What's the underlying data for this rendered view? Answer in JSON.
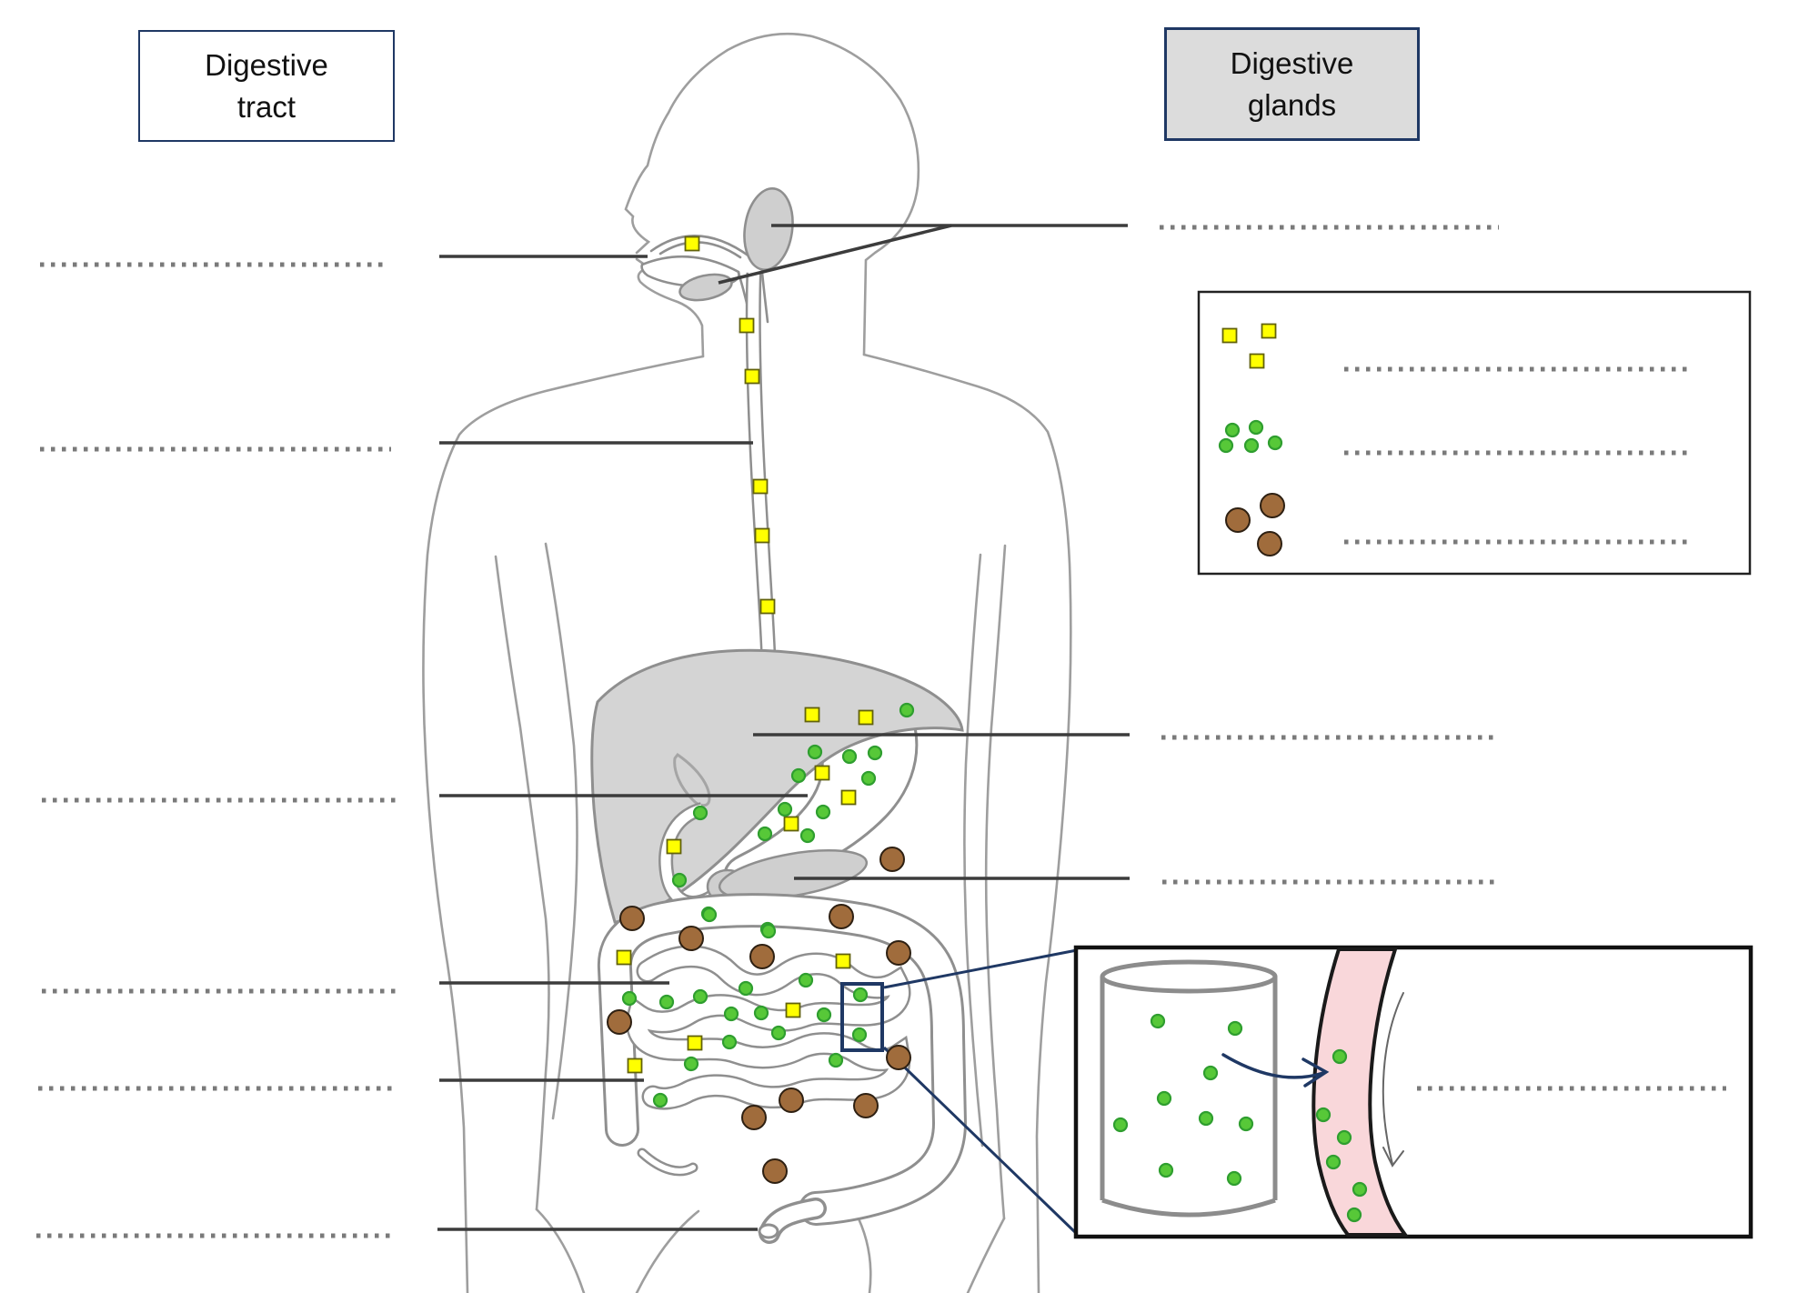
{
  "headers": {
    "tract_label": "Digestive tract",
    "glands_label": "Digestive glands"
  },
  "colors": {
    "navy": "#1f3864",
    "line": "#3c3c3c",
    "dot": "#7a7a7a",
    "outline": "#9e9e9e",
    "organ": "#d4d4d4",
    "organstroke": "#8f8f8f",
    "yellow": "#ffff00",
    "yellowstroke": "#62620a",
    "green": "#57c838",
    "greenstroke": "#2f9e2f",
    "brown": "#a06c3c",
    "brownstroke": "#2e2012",
    "pink": "#f9d7da"
  },
  "legend": {
    "items": [
      {
        "symbol": "yellow-square-particles",
        "answer_text": ""
      },
      {
        "symbol": "green-dot-particles",
        "answer_text": ""
      },
      {
        "symbol": "brown-circle-particles",
        "answer_text": ""
      }
    ]
  },
  "answer_blanks": {
    "digestive_tract_blank_lines": 6,
    "digestive_glands_blank_lines": 3,
    "legend_blank_lines": 3,
    "inset_blank_lines": 1
  },
  "blank_dotted_lines": [
    [
      44,
      291,
      428,
      291
    ],
    [
      44,
      494,
      430,
      494
    ],
    [
      46,
      880,
      436,
      880
    ],
    [
      46,
      1090,
      435,
      1090
    ],
    [
      42,
      1197,
      435,
      1197
    ],
    [
      40,
      1359,
      433,
      1359
    ],
    [
      1275,
      250,
      1648,
      250
    ],
    [
      1277,
      811,
      1645,
      811
    ],
    [
      1278,
      970,
      1645,
      970
    ],
    [
      1478,
      406,
      1857,
      406
    ],
    [
      1478,
      498,
      1857,
      498
    ],
    [
      1478,
      596,
      1857,
      596
    ],
    [
      1558,
      1197,
      1898,
      1197
    ]
  ],
  "pointer_lines": [
    [
      483,
      282,
      712,
      282
    ],
    [
      483,
      487,
      828,
      487
    ],
    [
      483,
      875,
      888,
      875
    ],
    [
      483,
      1081,
      736,
      1081
    ],
    [
      483,
      1188,
      708,
      1188
    ],
    [
      481,
      1352,
      833,
      1352
    ],
    [
      848,
      248,
      1240,
      248
    ],
    [
      790,
      311,
      1046,
      248
    ],
    [
      828,
      808,
      1242,
      808
    ],
    [
      873,
      966,
      1242,
      966
    ]
  ],
  "magnifier_connector_lines": [
    [
      972,
      1086,
      1184,
      1045
    ],
    [
      972,
      1152,
      1184,
      1357
    ]
  ],
  "particles": {
    "yellow_squares": [
      [
        761,
        268
      ],
      [
        821,
        358
      ],
      [
        827,
        414
      ],
      [
        836,
        535
      ],
      [
        838,
        589
      ],
      [
        844,
        667
      ],
      [
        893,
        786
      ],
      [
        952,
        789
      ],
      [
        904,
        850
      ],
      [
        933,
        877
      ],
      [
        870,
        906
      ],
      [
        741,
        931
      ],
      [
        686,
        1053
      ],
      [
        927,
        1057
      ],
      [
        872,
        1111
      ],
      [
        764,
        1147
      ],
      [
        698,
        1172
      ],
      [
        1352,
        369
      ],
      [
        1395,
        364
      ],
      [
        1382,
        397
      ]
    ],
    "green_dots": [
      [
        997,
        781
      ],
      [
        896,
        827
      ],
      [
        934,
        832
      ],
      [
        962,
        828
      ],
      [
        878,
        853
      ],
      [
        955,
        856
      ],
      [
        863,
        890
      ],
      [
        905,
        893
      ],
      [
        841,
        917
      ],
      [
        888,
        919
      ],
      [
        770,
        894
      ],
      [
        747,
        968
      ],
      [
        779,
        1005
      ],
      [
        844,
        1022
      ],
      [
        780,
        1006
      ],
      [
        845,
        1024
      ],
      [
        692,
        1098
      ],
      [
        733,
        1102
      ],
      [
        770,
        1096
      ],
      [
        820,
        1087
      ],
      [
        886,
        1078
      ],
      [
        804,
        1115
      ],
      [
        837,
        1114
      ],
      [
        906,
        1116
      ],
      [
        856,
        1136
      ],
      [
        802,
        1146
      ],
      [
        760,
        1170
      ],
      [
        919,
        1166
      ],
      [
        726,
        1210
      ],
      [
        946,
        1094
      ],
      [
        945,
        1138
      ],
      [
        1355,
        473
      ],
      [
        1381,
        470
      ],
      [
        1348,
        490
      ],
      [
        1376,
        490
      ],
      [
        1402,
        487
      ],
      [
        1273,
        1123
      ],
      [
        1358,
        1131
      ],
      [
        1331,
        1180
      ],
      [
        1280,
        1208
      ],
      [
        1232,
        1237
      ],
      [
        1326,
        1230
      ],
      [
        1370,
        1236
      ],
      [
        1282,
        1287
      ],
      [
        1357,
        1296
      ],
      [
        1473,
        1162
      ],
      [
        1455,
        1226
      ],
      [
        1478,
        1251
      ],
      [
        1466,
        1278
      ],
      [
        1495,
        1308
      ],
      [
        1489,
        1336
      ]
    ],
    "brown_circles": [
      [
        981,
        945
      ],
      [
        695,
        1010
      ],
      [
        925,
        1008
      ],
      [
        760,
        1032
      ],
      [
        838,
        1052
      ],
      [
        988,
        1048
      ],
      [
        681,
        1124
      ],
      [
        988,
        1163
      ],
      [
        870,
        1210
      ],
      [
        829,
        1229
      ],
      [
        952,
        1216
      ],
      [
        852,
        1288
      ],
      [
        1361,
        572
      ],
      [
        1399,
        556
      ],
      [
        1396,
        598
      ]
    ]
  },
  "particle_style": {
    "square_size": 15,
    "green_radius": 7,
    "brown_radius": 13
  }
}
